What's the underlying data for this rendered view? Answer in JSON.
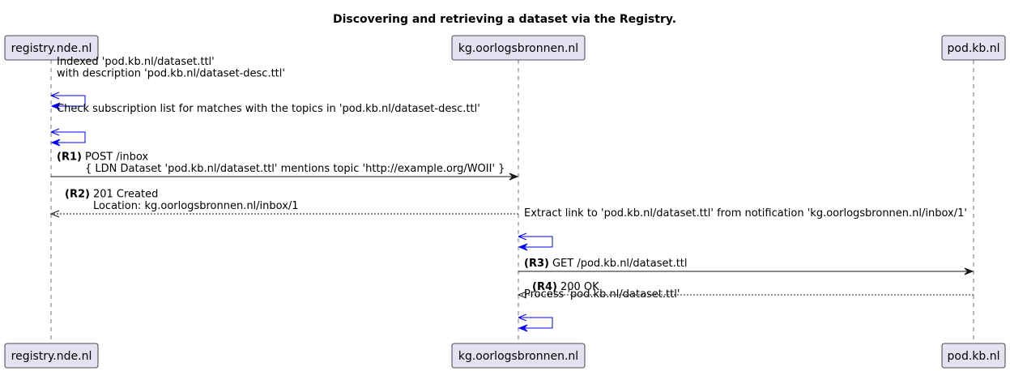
{
  "title": "Discovering and retrieving a dataset via the Registry.",
  "participants": [
    {
      "id": "registry",
      "label": "registry.nde.nl"
    },
    {
      "id": "kg",
      "label": "kg.oorlogsbronnen.nl"
    },
    {
      "id": "pod",
      "label": "pod.kb.nl"
    }
  ],
  "messages": [
    {
      "from": "registry",
      "to": "registry",
      "style": "self",
      "number": "",
      "lines": [
        "Indexed 'pod.kb.nl/dataset.ttl'",
        "with description 'pod.kb.nl/dataset-desc.ttl'"
      ]
    },
    {
      "from": "registry",
      "to": "registry",
      "style": "self",
      "number": "",
      "lines": [
        "Check subscription list for matches with the topics in 'pod.kb.nl/dataset-desc.ttl'"
      ]
    },
    {
      "from": "registry",
      "to": "kg",
      "style": "solid",
      "number": "(R1)",
      "lines": [
        "POST /inbox",
        "{ LDN Dataset 'pod.kb.nl/dataset.ttl' mentions topic 'http://example.org/WOII' }"
      ]
    },
    {
      "from": "kg",
      "to": "registry",
      "style": "dashed",
      "number": "(R2)",
      "lines": [
        "201 Created",
        "Location: kg.oorlogsbronnen.nl/inbox/1"
      ]
    },
    {
      "from": "kg",
      "to": "kg",
      "style": "self",
      "number": "",
      "lines": [
        "Extract link to 'pod.kb.nl/dataset.ttl' from notification 'kg.oorlogsbronnen.nl/inbox/1'"
      ]
    },
    {
      "from": "kg",
      "to": "pod",
      "style": "solid",
      "number": "(R3)",
      "lines": [
        "GET /pod.kb.nl/dataset.ttl"
      ]
    },
    {
      "from": "pod",
      "to": "kg",
      "style": "dashed",
      "number": "(R4)",
      "lines": [
        "200 OK"
      ]
    },
    {
      "from": "kg",
      "to": "kg",
      "style": "self",
      "number": "",
      "lines": [
        "Process 'pod.kb.nl/dataset.ttl'"
      ]
    }
  ],
  "colors": {
    "participant_fill": "#E2E2F0",
    "line": "#181818",
    "self_arrow": "#0000FF"
  }
}
